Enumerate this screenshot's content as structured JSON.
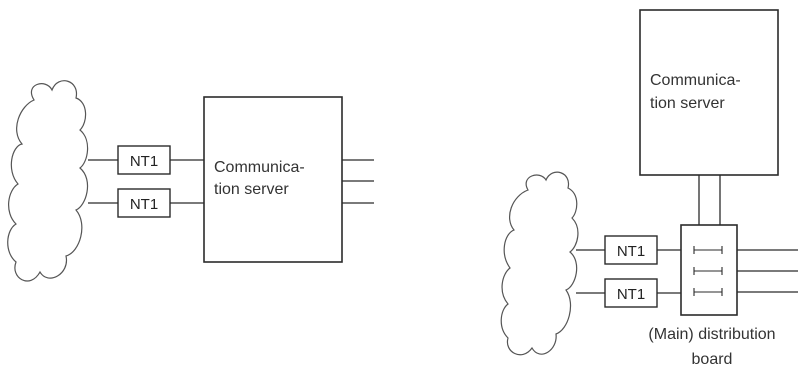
{
  "left_diagram": {
    "server_label_line1": "Communica-",
    "server_label_line2": "tion server",
    "nt_labels": [
      "NT1",
      "NT1"
    ]
  },
  "right_diagram": {
    "server_label_line1": "Communica-",
    "server_label_line2": "tion server",
    "nt_labels": [
      "NT1",
      "NT1"
    ],
    "board_label_line1": "(Main) distribution",
    "board_label_line2": "board"
  }
}
